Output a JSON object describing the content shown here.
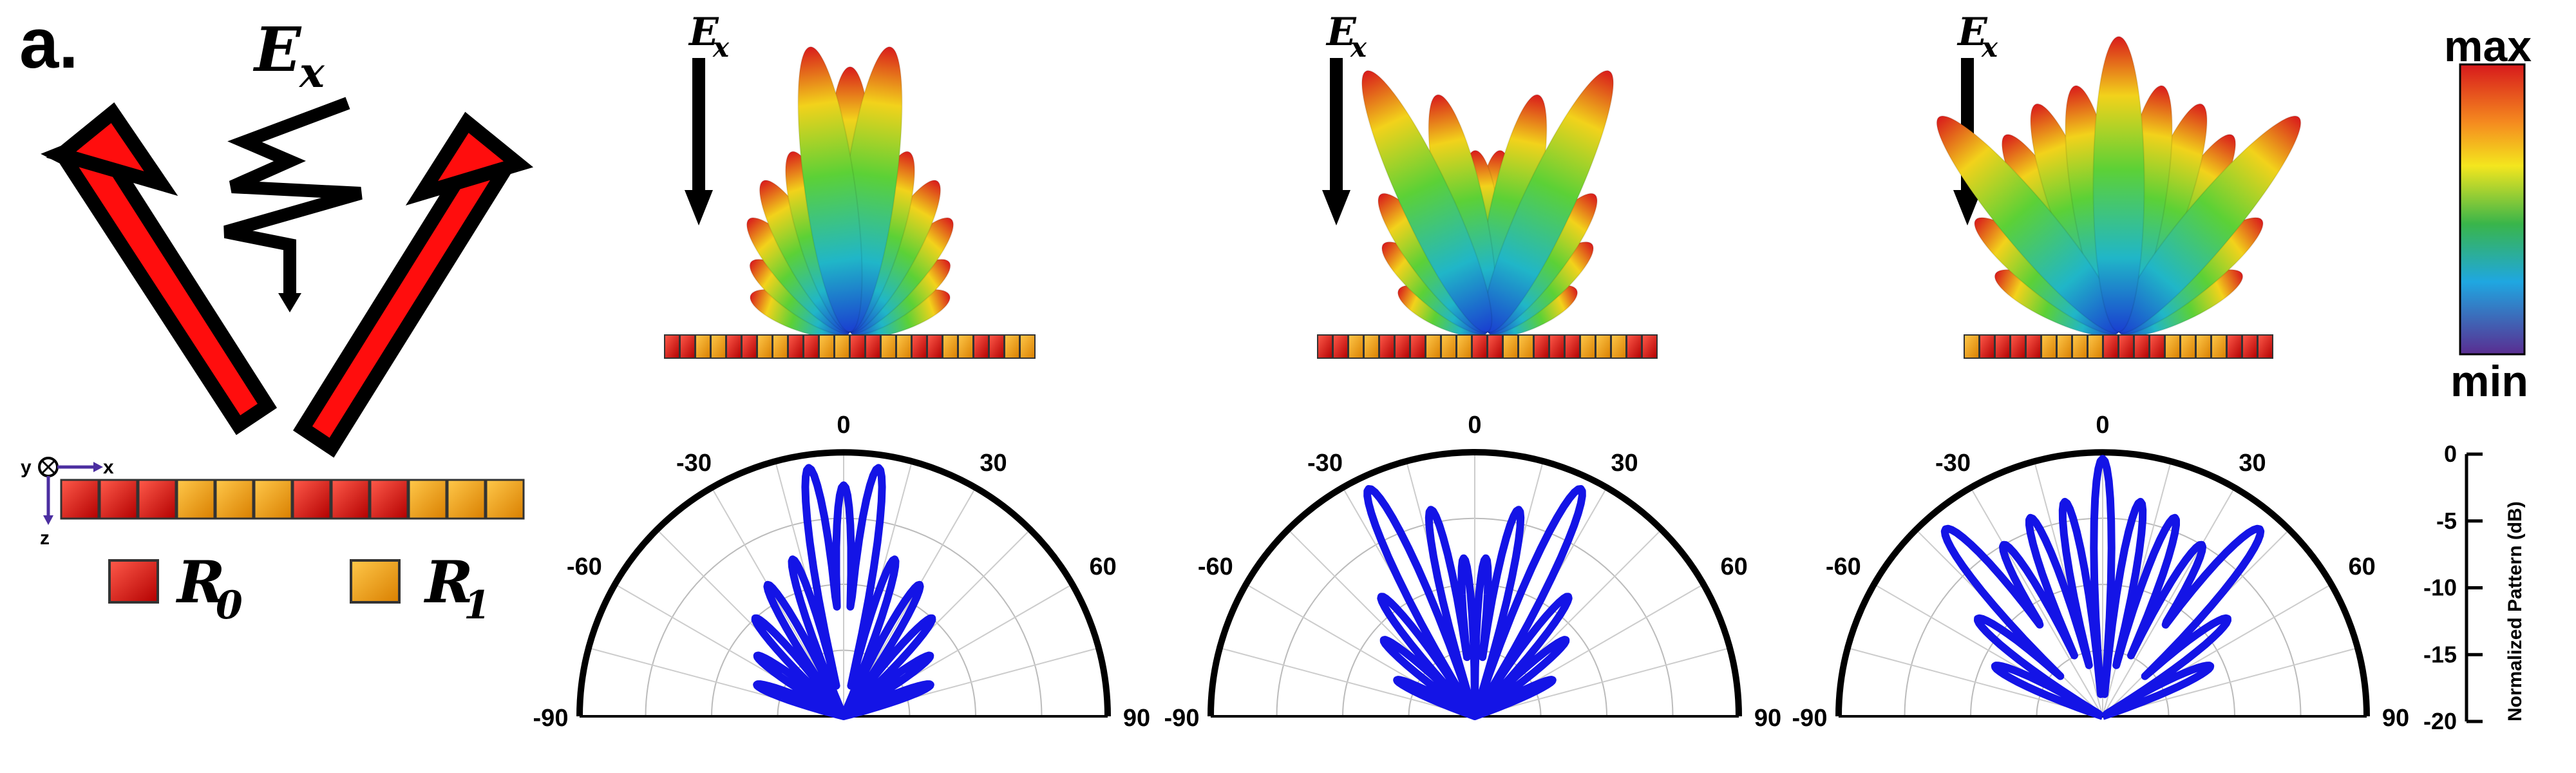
{
  "panel_label": "a.",
  "field_label": {
    "base": "E",
    "sub": "x"
  },
  "legend_items": [
    {
      "base": "R",
      "sub": "0",
      "color": "#e41a1c"
    },
    {
      "base": "R",
      "sub": "1",
      "color": "#f7a600"
    }
  ],
  "axes_labels": {
    "x": "x",
    "y": "y",
    "z": "z"
  },
  "array_pattern": [
    "R0",
    "R0",
    "R0",
    "R1",
    "R1",
    "R1",
    "R0",
    "R0",
    "R0",
    "R1",
    "R1",
    "R1"
  ],
  "colorbar": {
    "max_label": "max",
    "min_label": "min"
  },
  "polar_ticks": [
    "-90",
    "-60",
    "-30",
    "0",
    "30",
    "60",
    "90"
  ],
  "db_scale": {
    "label": "Normalized Pattern (dB)",
    "ticks": [
      "0",
      "-5",
      "-10",
      "-15",
      "-20"
    ],
    "range": [
      -20,
      0
    ]
  },
  "patterns": [
    {
      "id": "pattern-1",
      "array_colors": [
        "R0",
        "R0",
        "R1",
        "R1",
        "R0",
        "R0",
        "R1",
        "R1",
        "R0",
        "R0",
        "R1",
        "R1",
        "R0",
        "R0",
        "R1",
        "R1",
        "R0",
        "R0",
        "R1",
        "R1",
        "R0",
        "R0",
        "R1",
        "R1"
      ],
      "lobes": [
        {
          "angle": -8,
          "value": -1.0
        },
        {
          "angle": 0,
          "value": -2.5
        },
        {
          "angle": 8,
          "value": -1.0
        },
        {
          "angle": -18,
          "value": -7.5
        },
        {
          "angle": 18,
          "value": -7.5
        },
        {
          "angle": -30,
          "value": -8.5
        },
        {
          "angle": 30,
          "value": -8.5
        },
        {
          "angle": -42,
          "value": -10.0
        },
        {
          "angle": 42,
          "value": -10.0
        },
        {
          "angle": -55,
          "value": -12.0
        },
        {
          "angle": 55,
          "value": -12.0
        },
        {
          "angle": -70,
          "value": -13.0
        },
        {
          "angle": 70,
          "value": -13.0
        }
      ]
    },
    {
      "id": "pattern-2",
      "array_colors": [
        "R0",
        "R0",
        "R1",
        "R1",
        "R0",
        "R0",
        "R0",
        "R1",
        "R1",
        "R1",
        "R0",
        "R0",
        "R1",
        "R1",
        "R0",
        "R0",
        "R0",
        "R1",
        "R1",
        "R1",
        "R0",
        "R0"
      ],
      "lobes": [
        {
          "angle": -25,
          "value": -1.0
        },
        {
          "angle": 25,
          "value": -1.0
        },
        {
          "angle": -12,
          "value": -4.0
        },
        {
          "angle": 12,
          "value": -4.0
        },
        {
          "angle": -4,
          "value": -8.0
        },
        {
          "angle": 4,
          "value": -8.0
        },
        {
          "angle": -38,
          "value": -8.5
        },
        {
          "angle": 38,
          "value": -8.5
        },
        {
          "angle": -50,
          "value": -11.0
        },
        {
          "angle": 50,
          "value": -11.0
        },
        {
          "angle": -65,
          "value": -13.5
        },
        {
          "angle": 65,
          "value": -13.5
        }
      ]
    },
    {
      "id": "pattern-3",
      "array_colors": [
        "R1",
        "R0",
        "R0",
        "R0",
        "R0",
        "R1",
        "R1",
        "R1",
        "R1",
        "R0",
        "R0",
        "R0",
        "R0",
        "R1",
        "R1",
        "R1",
        "R1",
        "R0",
        "R0",
        "R0"
      ],
      "lobes": [
        {
          "angle": -40,
          "value": -1.5
        },
        {
          "angle": 40,
          "value": -1.5
        },
        {
          "angle": 0,
          "value": -0.5
        },
        {
          "angle": -10,
          "value": -3.5
        },
        {
          "angle": 10,
          "value": -3.5
        },
        {
          "angle": -20,
          "value": -4.0
        },
        {
          "angle": 20,
          "value": -4.0
        },
        {
          "angle": -30,
          "value": -5.0
        },
        {
          "angle": 30,
          "value": -5.0
        },
        {
          "angle": -52,
          "value": -8.0
        },
        {
          "angle": 52,
          "value": -8.0
        },
        {
          "angle": -65,
          "value": -11.0
        },
        {
          "angle": 65,
          "value": -11.0
        }
      ]
    }
  ]
}
